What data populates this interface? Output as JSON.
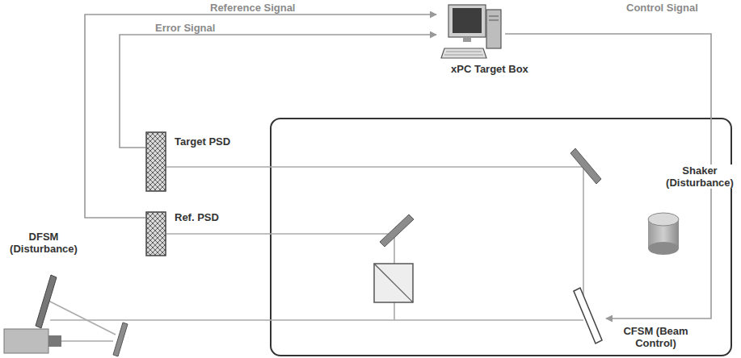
{
  "diagram": {
    "nodes": [
      {
        "text": [
          "xPC Target Box"
        ]
      },
      {
        "text": [
          "Target PSD"
        ]
      },
      {
        "text": [
          "Ref. PSD"
        ]
      },
      {
        "text": [
          "DFSM (Disturbance)"
        ]
      },
      {
        "text": [
          "Shaker (Disturbance)"
        ]
      },
      {
        "text": [
          "CFSM (Beam Control)"
        ]
      }
    ],
    "edges": [
      {
        "from": 2,
        "to": 0,
        "label": "Reference Signal",
        "arrow": "to"
      },
      {
        "from": 1,
        "to": 0,
        "label": "Error Signal",
        "arrow": "to"
      },
      {
        "from": 0,
        "to": 5,
        "label": "Control Signal",
        "arrow": "to"
      }
    ]
  }
}
